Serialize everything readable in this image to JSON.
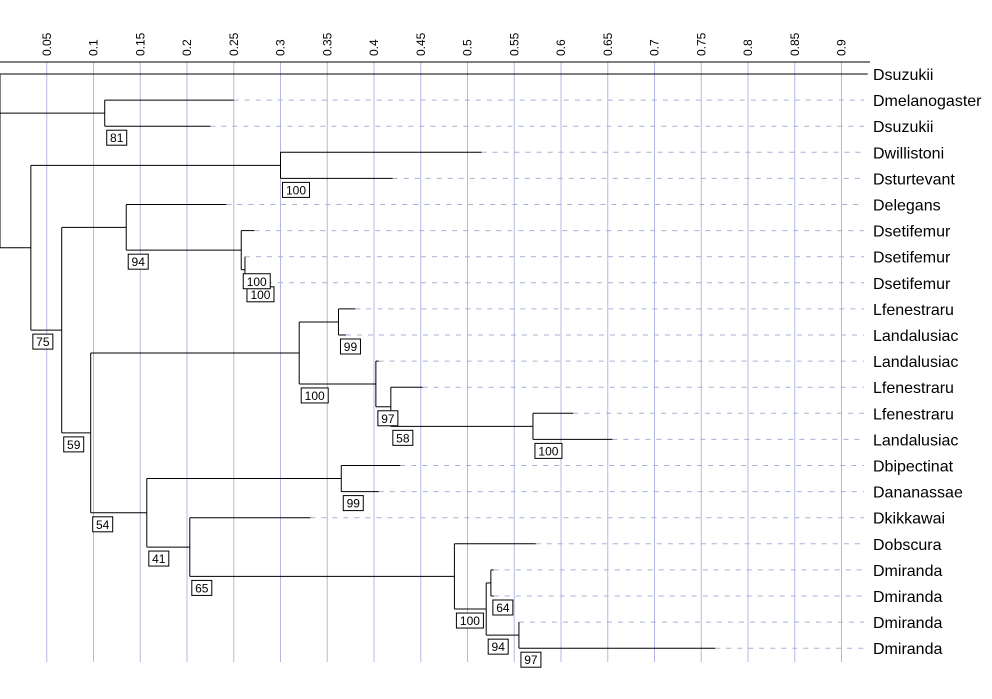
{
  "axis": {
    "ticks": [
      "0.05",
      "0.1",
      "0.15",
      "0.2",
      "0.25",
      "0.3",
      "0.35",
      "0.4",
      "0.45",
      "0.5",
      "0.55",
      "0.6",
      "0.65",
      "0.7",
      "0.75",
      "0.8",
      "0.85",
      "0.9"
    ],
    "tick_values": [
      0.05,
      0.1,
      0.15,
      0.2,
      0.25,
      0.3,
      0.35,
      0.4,
      0.45,
      0.5,
      0.55,
      0.6,
      0.65,
      0.7,
      0.75,
      0.8,
      0.85,
      0.9
    ],
    "gridline_color": "#b4b8e6"
  },
  "tree": {
    "branch_color": "#000000",
    "guide_color": "#aab0d4",
    "leaves": [
      {
        "label": "Dsuzukii",
        "tip": 0.928
      },
      {
        "label": "Dmelanogaster",
        "tip": 0.25
      },
      {
        "label": "Dsuzukii",
        "tip": 0.225
      },
      {
        "label": "Dwillistoni",
        "tip": 0.515
      },
      {
        "label": "Dsturtevant",
        "tip": 0.42
      },
      {
        "label": "Delegans",
        "tip": 0.242
      },
      {
        "label": "Dsetifemur",
        "tip": 0.272
      },
      {
        "label": "Dsetifemur",
        "tip": 0.262
      },
      {
        "label": "Dsetifemur",
        "tip": 0.262
      },
      {
        "label": "Lfenestraru",
        "tip": 0.38
      },
      {
        "label": "Landalusiac",
        "tip": 0.37
      },
      {
        "label": "Landalusiac",
        "tip": 0.405
      },
      {
        "label": "Lfenestraru",
        "tip": 0.452
      },
      {
        "label": "Lfenestraru",
        "tip": 0.613
      },
      {
        "label": "Landalusiac",
        "tip": 0.655
      },
      {
        "label": "Dbipectinat",
        "tip": 0.428
      },
      {
        "label": "Dananassae",
        "tip": 0.405
      },
      {
        "label": "Dkikkawai",
        "tip": 0.332
      },
      {
        "label": "Dobscura",
        "tip": 0.573
      },
      {
        "label": "Dmiranda",
        "tip": 0.528
      },
      {
        "label": "Dmiranda",
        "tip": 0.528
      },
      {
        "label": "Dmiranda",
        "tip": 0.555
      },
      {
        "label": "Dmiranda",
        "tip": 0.765
      }
    ],
    "internal_nodes": [
      {
        "id": "n_mel",
        "x": 0.112,
        "children": [
          1,
          2
        ],
        "support": "81"
      },
      {
        "id": "n_will",
        "x": 0.3,
        "children": [
          3,
          4
        ],
        "support": "100"
      },
      {
        "id": "n_set2",
        "x": 0.262,
        "children": [
          7,
          8
        ],
        "support": "100"
      },
      {
        "id": "n_set",
        "x": 0.258,
        "children": [
          6,
          "n_set2"
        ],
        "support": "100"
      },
      {
        "id": "n_eleg",
        "x": 0.135,
        "children": [
          5,
          "n_set"
        ],
        "support": "94"
      },
      {
        "id": "n_lfa",
        "x": 0.362,
        "children": [
          9,
          10
        ],
        "support": "99"
      },
      {
        "id": "n_lfb3",
        "x": 0.57,
        "children": [
          13,
          14
        ],
        "support": "100"
      },
      {
        "id": "n_lfb2",
        "x": 0.418,
        "children": [
          12,
          "n_lfb3"
        ],
        "support": "58"
      },
      {
        "id": "n_lfb",
        "x": 0.402,
        "children": [
          11,
          "n_lfb2"
        ],
        "support": "97"
      },
      {
        "id": "n_lf",
        "x": 0.32,
        "children": [
          "n_lfa",
          "n_lfb"
        ],
        "support": "100"
      },
      {
        "id": "n_bip",
        "x": 0.365,
        "children": [
          15,
          16
        ],
        "support": "99"
      },
      {
        "id": "n_mir3",
        "x": 0.525,
        "children": [
          19,
          20
        ],
        "support": "64"
      },
      {
        "id": "n_mir4",
        "x": 0.555,
        "children": [
          21,
          22
        ],
        "support": "97"
      },
      {
        "id": "n_mir2",
        "x": 0.52,
        "children": [
          "n_mir3",
          "n_mir4"
        ],
        "support": "94"
      },
      {
        "id": "n_obs",
        "x": 0.486,
        "children": [
          18,
          "n_mir2"
        ],
        "support": "100"
      },
      {
        "id": "n_kik",
        "x": 0.203,
        "children": [
          17,
          "n_obs"
        ],
        "support": "65"
      },
      {
        "id": "n_ana",
        "x": 0.157,
        "children": [
          "n_bip",
          "n_kik"
        ],
        "support": "41"
      },
      {
        "id": "n_big",
        "x": 0.097,
        "children": [
          "n_lf",
          "n_ana"
        ],
        "support": "54"
      },
      {
        "id": "n_mid",
        "x": 0.066,
        "children": [
          "n_eleg",
          "n_big"
        ],
        "support": "59"
      },
      {
        "id": "n_out",
        "x": 0.033,
        "children": [
          "n_will",
          "n_mid"
        ],
        "support": "75"
      },
      {
        "id": "n_root2",
        "x": 0.0,
        "children": [
          "n_mel",
          "n_out"
        ],
        "support": ""
      },
      {
        "id": "n_root",
        "x": 0.0,
        "children": [
          0,
          "n_root2"
        ],
        "support": ""
      }
    ]
  }
}
